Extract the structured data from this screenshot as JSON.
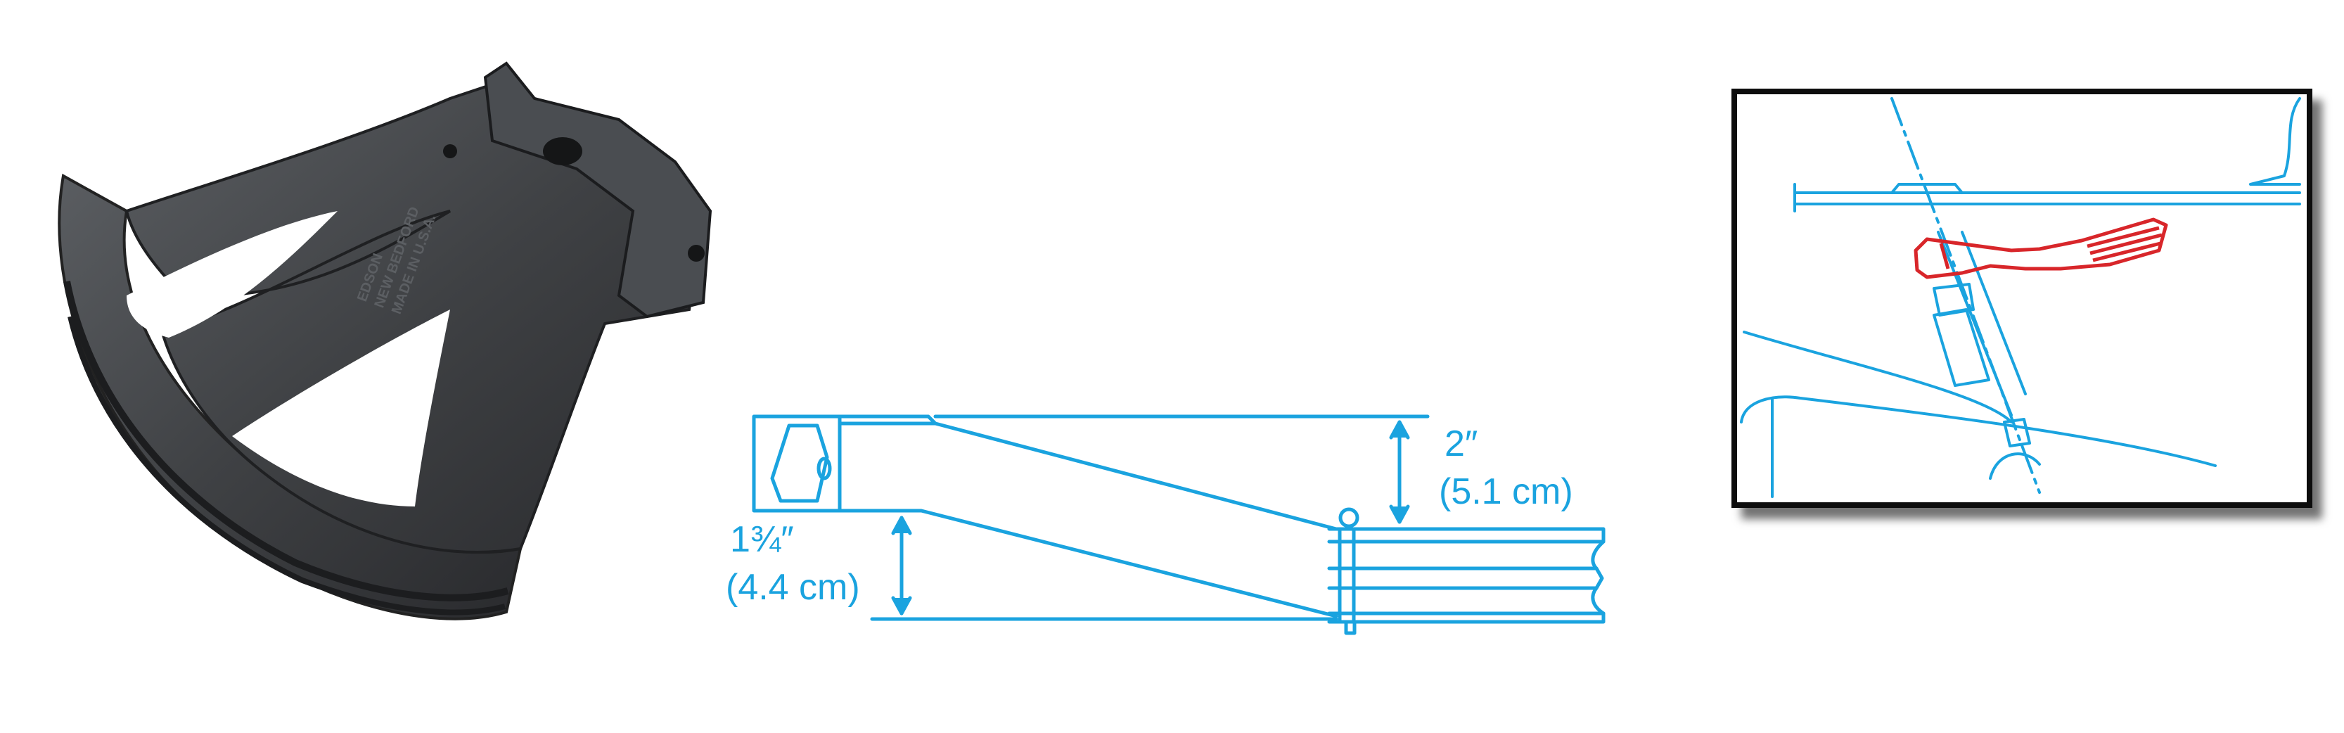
{
  "colors": {
    "line_blue": "#1aa3df",
    "highlight_red": "#d8262a",
    "frame_black": "#111111",
    "casting_gray": "#3f4144"
  },
  "dimensions": {
    "offset_height": {
      "fraction": "2″",
      "metric": "(5.1 cm)"
    },
    "side_height": {
      "fraction": "1¾″",
      "metric": "(4.4 cm)"
    }
  },
  "casting": {
    "embossed_text": [
      "EDSON",
      "NEW BEDFORD",
      "MADE IN U.S.A."
    ]
  }
}
